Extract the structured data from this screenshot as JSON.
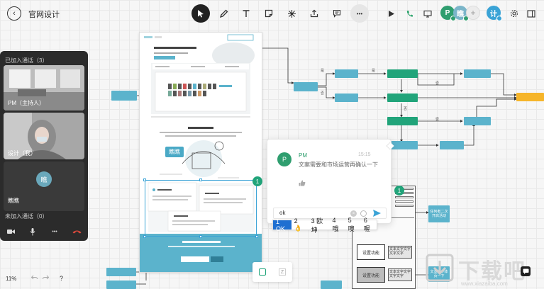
{
  "doc_title": "官网设计",
  "toolbar": {
    "tools": [
      {
        "name": "select-tool",
        "icon": "cursor-icon"
      },
      {
        "name": "pen-tool",
        "icon": "pen-icon"
      },
      {
        "name": "text-tool",
        "icon": "text-icon"
      },
      {
        "name": "sticky-note-tool",
        "icon": "sticky-note-icon"
      },
      {
        "name": "connector-tool",
        "icon": "connector-icon"
      },
      {
        "name": "upload-tool",
        "icon": "upload-icon"
      },
      {
        "name": "comment-tool",
        "icon": "comment-icon"
      },
      {
        "name": "more-tool",
        "icon": "more-icon"
      }
    ],
    "more_label": "•••"
  },
  "collaborators": [
    {
      "initial": "P",
      "color": "#2f9e6f"
    },
    {
      "initial": "瞧",
      "color": "#7ab5c9"
    },
    {
      "initial": "+",
      "color": "#e6e6e6"
    },
    {
      "initial": "计",
      "color": "#3aa3d6"
    }
  ],
  "call_panel": {
    "joined_label": "已加入通话（3）",
    "not_joined_label": "未加入通话（0）",
    "participants": [
      {
        "name": "PM（主持人）"
      },
      {
        "name": "设计（我）"
      },
      {
        "name": "瞧瞧",
        "avatar": "瞧"
      }
    ],
    "controls": [
      {
        "name": "camera-icon"
      },
      {
        "name": "microphone-icon"
      },
      {
        "name": "more-icon",
        "label": "•••"
      },
      {
        "name": "hangup-icon"
      }
    ]
  },
  "comment": {
    "author_initial": "P",
    "author": "PM",
    "time": "15:15",
    "text": "文案需要和市场运营再确认一下",
    "input_value": "ok",
    "badge": "1"
  },
  "ime": {
    "candidates": [
      "1 OK",
      "2 👌",
      "3 欧坤",
      "4 哦",
      "5 噢",
      "6 喔"
    ]
  },
  "canvas": {
    "name_tag": "瞧瞧",
    "selection_badge": "1"
  },
  "flowchart": {
    "edge_labels": [
      "是",
      "是",
      "否",
      "否",
      "否",
      "否"
    ],
    "notes": [
      "任何者二次开启活动",
      "文本抗小体页一下"
    ],
    "wire_blocks": [
      "设置功能",
      "文本文字文字文字文字",
      "设置功能",
      "文本文字文字文字文字"
    ]
  },
  "bottom": {
    "zoom": "11%",
    "undo_icon": "undo-icon",
    "redo_icon": "redo-icon",
    "help": "?"
  },
  "watermark": {
    "brand": "下载吧",
    "url": "www.xiazaiba.com"
  }
}
